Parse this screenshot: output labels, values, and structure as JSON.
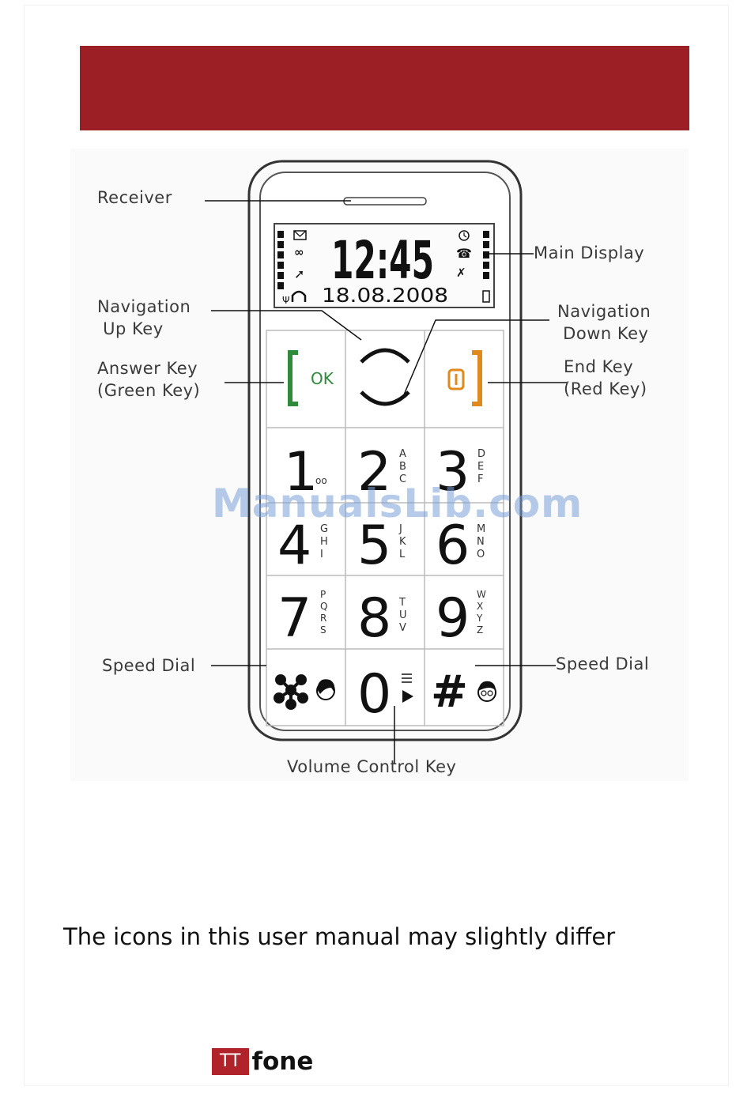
{
  "header": {
    "color": "#9b1f24"
  },
  "diagram": {
    "labels": {
      "receiver": "Receiver",
      "nav_up": "Navigation\n Up Key",
      "answer_key": "Answer Key\n(Green Key)",
      "speed_dial_left": "Speed Dial",
      "main_display": "Main Display",
      "nav_down": "Navigation\n Down Key",
      "end_key": "End Key\n(Red Key)",
      "speed_dial_right": "Speed Dial",
      "volume_key": "Volume Control Key"
    },
    "screen": {
      "time": "12:45",
      "date": "18.08.2008"
    },
    "keys": {
      "ok": "OK",
      "digits": [
        {
          "digit": "1",
          "letters": "ᴏᴏ"
        },
        {
          "digit": "2",
          "letters": "ABC"
        },
        {
          "digit": "3",
          "letters": "DEF"
        },
        {
          "digit": "4",
          "letters": "GHI"
        },
        {
          "digit": "5",
          "letters": "JKL"
        },
        {
          "digit": "6",
          "letters": "MNO"
        },
        {
          "digit": "7",
          "letters": "PQRS"
        },
        {
          "digit": "8",
          "letters": "TUV"
        },
        {
          "digit": "9",
          "letters": "WXYZ"
        }
      ],
      "zero": "0",
      "hash": "#",
      "answer_color": "#2e8b3a",
      "end_color": "#e08a1e"
    }
  },
  "watermark": "ManualsLib.com",
  "caption": "The icons in this user manual  may slightly differ",
  "logo": {
    "box_text": "TT",
    "text": "fone",
    "color": "#b1232a"
  }
}
